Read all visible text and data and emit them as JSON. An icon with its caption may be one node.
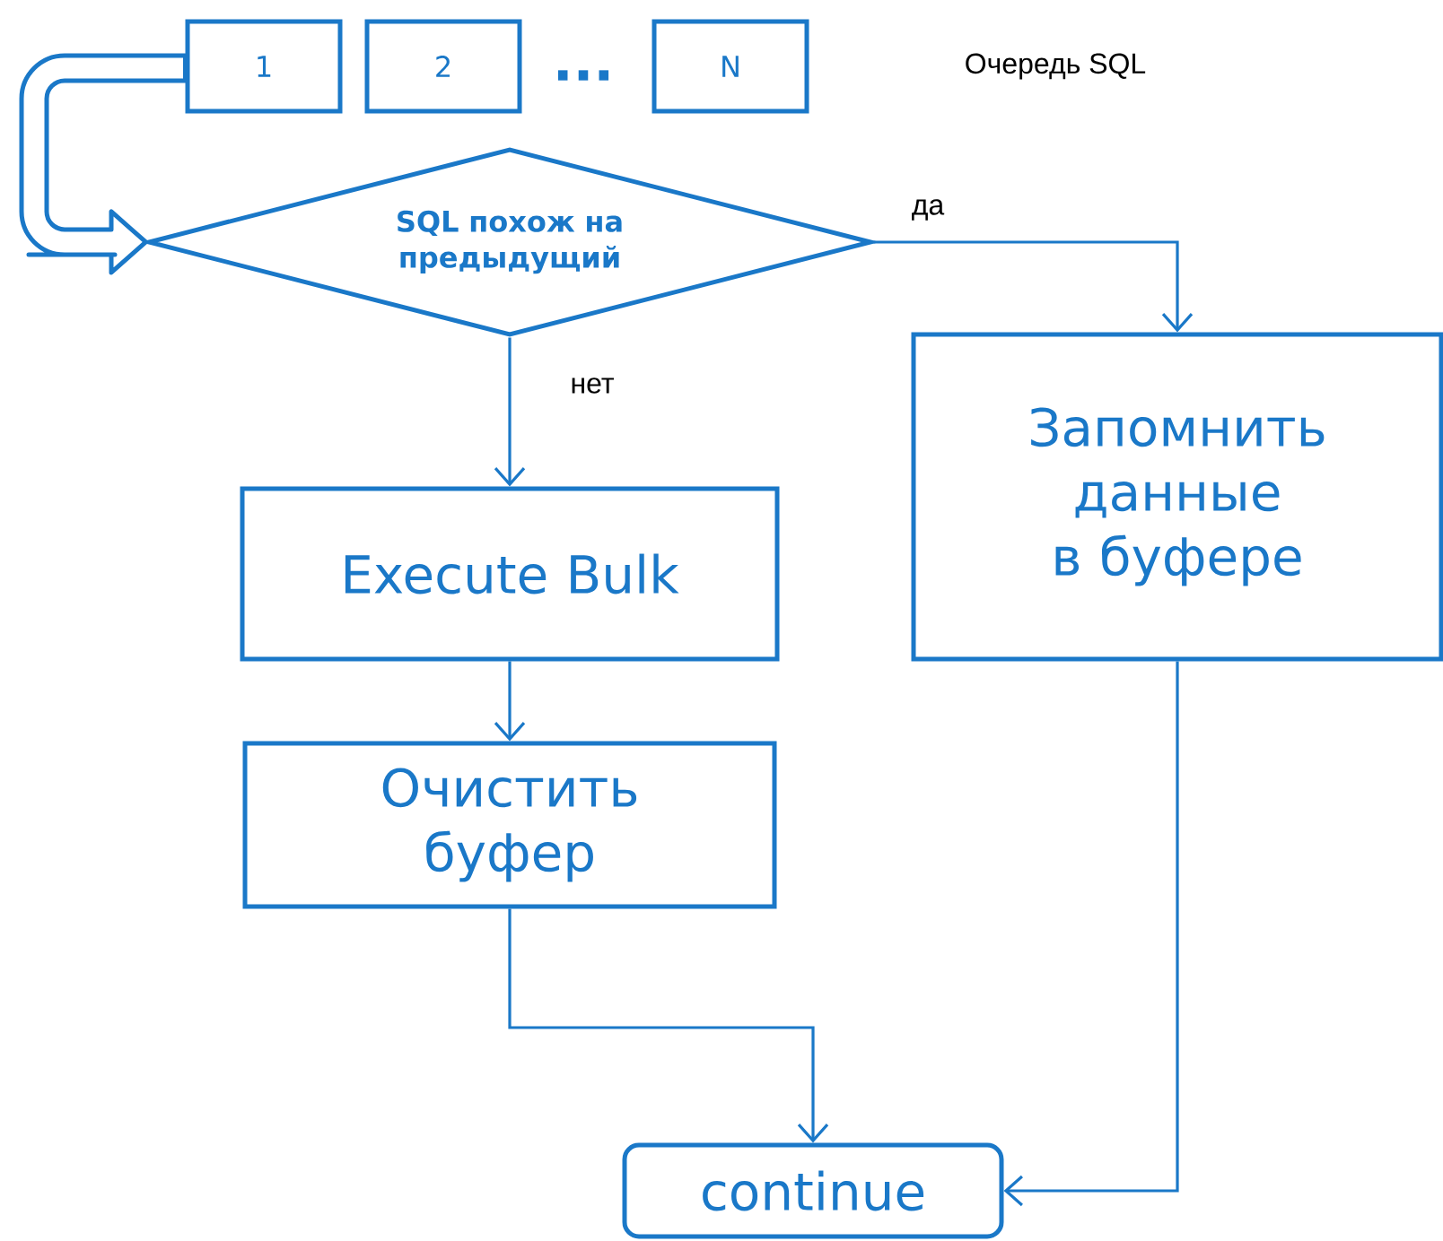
{
  "diagram": {
    "nodes": [
      {
        "text": [
          "1"
        ]
      },
      {
        "text": [
          "2"
        ]
      },
      {
        "text": [
          "N"
        ]
      },
      {
        "text": [
          "SQL похож на предыдущий"
        ]
      },
      {
        "text": [
          "Execute Bulk"
        ]
      },
      {
        "text": [
          "Запомнить данные в буфере"
        ]
      },
      {
        "text": [
          "Очистить буфер"
        ]
      },
      {
        "text": [
          "continue"
        ]
      }
    ],
    "edges": [
      {
        "from": 0,
        "to": 3,
        "arrow": "to",
        "style": "thick"
      },
      {
        "from": 3,
        "to": 5,
        "arrow": "to",
        "label": "да"
      },
      {
        "from": 3,
        "to": 4,
        "arrow": "to",
        "label": "нет"
      },
      {
        "from": 4,
        "to": 6,
        "arrow": "to"
      },
      {
        "from": 6,
        "to": 7,
        "arrow": "to"
      },
      {
        "from": 5,
        "to": 7,
        "arrow": "to"
      }
    ],
    "labels": [
      "...",
      "Очередь SQL"
    ]
  }
}
